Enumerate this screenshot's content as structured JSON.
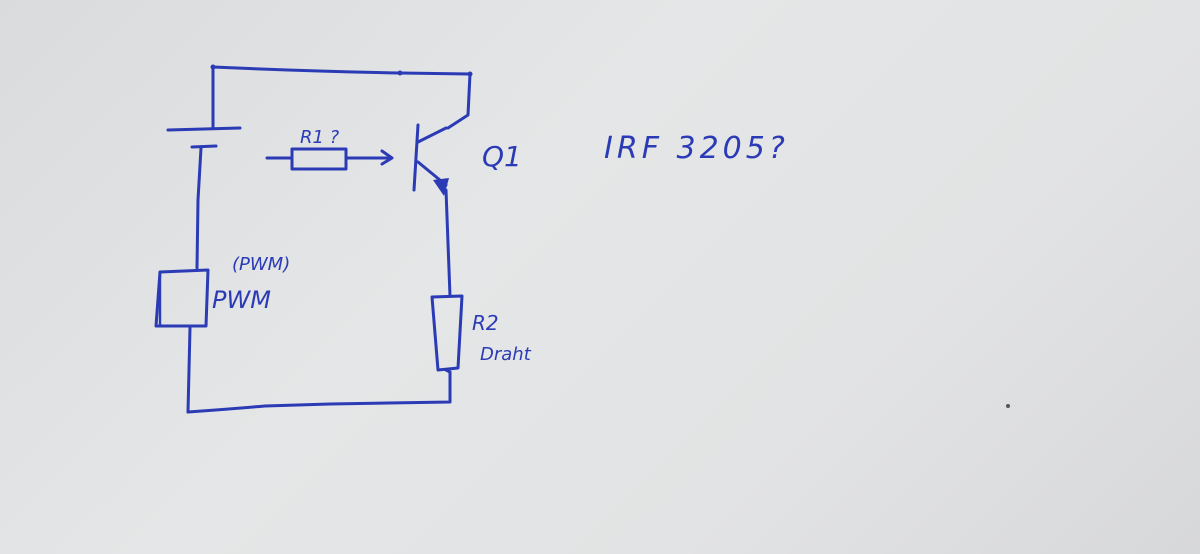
{
  "ink_color": "#2b3bb5",
  "paper_color": "#e2e3e4",
  "labels": {
    "r1": "R1 ?",
    "q1": "Q1",
    "part": "IRF 3205?",
    "pwm_paren": "(PWM)",
    "pwm": "PWM",
    "r2": "R2",
    "r2_sub": "Draht"
  }
}
